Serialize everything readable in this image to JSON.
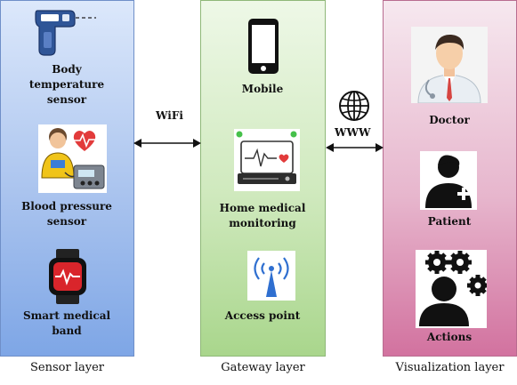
{
  "sensor_layer": {
    "label": "Sensor layer",
    "items": [
      {
        "label_lines": [
          "Body",
          "temperature",
          "sensor"
        ],
        "icon": "thermometer-gun-icon"
      },
      {
        "label_lines": [
          "Blood pressure",
          "sensor"
        ],
        "icon": "blood-pressure-monitor-icon"
      },
      {
        "label_lines": [
          "Smart medical",
          "band"
        ],
        "icon": "smartwatch-icon"
      }
    ]
  },
  "gateway_layer": {
    "label": "Gateway layer",
    "items": [
      {
        "label_lines": [
          "Mobile"
        ],
        "icon": "mobile-phone-icon"
      },
      {
        "label_lines": [
          "Home medical",
          "monitoring"
        ],
        "icon": "health-monitor-icon"
      },
      {
        "label_lines": [
          "Access point"
        ],
        "icon": "wifi-antenna-icon"
      }
    ]
  },
  "visualization_layer": {
    "label": "Visualization layer",
    "items": [
      {
        "label_lines": [
          "Doctor"
        ],
        "icon": "doctor-icon"
      },
      {
        "label_lines": [
          "Patient"
        ],
        "icon": "patient-icon"
      },
      {
        "label_lines": [
          "Actions"
        ],
        "icon": "gears-person-icon"
      }
    ]
  },
  "connections": {
    "sensor_gateway": {
      "label": "WiFi"
    },
    "gateway_visualization": {
      "label": "WWW",
      "icon": "globe-icon"
    }
  }
}
